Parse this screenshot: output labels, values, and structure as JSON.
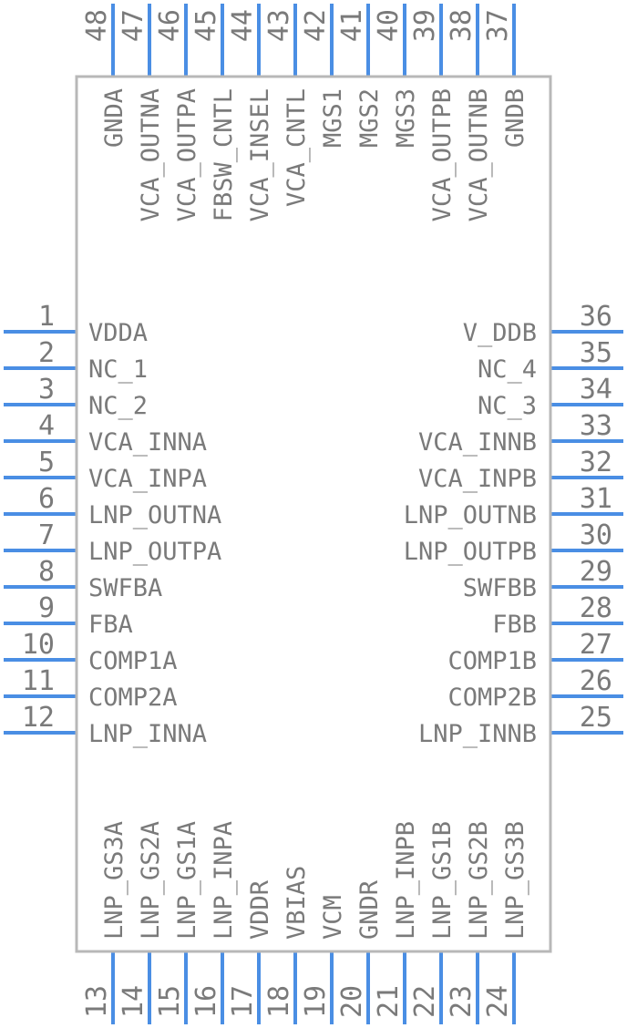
{
  "pins": {
    "left": [
      {
        "num": "1",
        "name": "VDDA"
      },
      {
        "num": "2",
        "name": "NC_1"
      },
      {
        "num": "3",
        "name": "NC_2"
      },
      {
        "num": "4",
        "name": "VCA_INNA"
      },
      {
        "num": "5",
        "name": "VCA_INPA"
      },
      {
        "num": "6",
        "name": "LNP_OUTNA"
      },
      {
        "num": "7",
        "name": "LNP_OUTPA"
      },
      {
        "num": "8",
        "name": "SWFBA"
      },
      {
        "num": "9",
        "name": "FBA"
      },
      {
        "num": "10",
        "name": "COMP1A"
      },
      {
        "num": "11",
        "name": "COMP2A"
      },
      {
        "num": "12",
        "name": "LNP_INNA"
      }
    ],
    "bottom": [
      {
        "num": "13",
        "name": "LNP_GS3A"
      },
      {
        "num": "14",
        "name": "LNP_GS2A"
      },
      {
        "num": "15",
        "name": "LNP_GS1A"
      },
      {
        "num": "16",
        "name": "LNP_INPA"
      },
      {
        "num": "17",
        "name": "VDDR"
      },
      {
        "num": "18",
        "name": "VBIAS"
      },
      {
        "num": "19",
        "name": "VCM"
      },
      {
        "num": "20",
        "name": "GNDR"
      },
      {
        "num": "21",
        "name": "LNP_INPB"
      },
      {
        "num": "22",
        "name": "LNP_GS1B"
      },
      {
        "num": "23",
        "name": "LNP_GS2B"
      },
      {
        "num": "24",
        "name": "LNP_GS3B"
      }
    ],
    "right": [
      {
        "num": "25",
        "name": "LNP_INNB"
      },
      {
        "num": "26",
        "name": "COMP2B"
      },
      {
        "num": "27",
        "name": "COMP1B"
      },
      {
        "num": "28",
        "name": "FBB"
      },
      {
        "num": "29",
        "name": "SWFBB"
      },
      {
        "num": "30",
        "name": "LNP_OUTPB"
      },
      {
        "num": "31",
        "name": "LNP_OUTNB"
      },
      {
        "num": "32",
        "name": "VCA_INPB"
      },
      {
        "num": "33",
        "name": "VCA_INNB"
      },
      {
        "num": "34",
        "name": "NC_3"
      },
      {
        "num": "35",
        "name": "NC_4"
      },
      {
        "num": "36",
        "name": "V_DDB"
      }
    ],
    "top": [
      {
        "num": "37",
        "name": "GNDB"
      },
      {
        "num": "38",
        "name": "VCA_OUTNB"
      },
      {
        "num": "39",
        "name": "VCA_OUTPB"
      },
      {
        "num": "40",
        "name": "MGS3"
      },
      {
        "num": "41",
        "name": "MGS2"
      },
      {
        "num": "42",
        "name": "MGS1"
      },
      {
        "num": "43",
        "name": "VCA_CNTL"
      },
      {
        "num": "44",
        "name": "VCA_INSEL"
      },
      {
        "num": "45",
        "name": "FBSW_CNTL"
      },
      {
        "num": "46",
        "name": "VCA_OUTPA"
      },
      {
        "num": "47",
        "name": "VCA_OUTNA"
      },
      {
        "num": "48",
        "name": "GNDA"
      }
    ]
  },
  "colors": {
    "pin": "#4a8ee4",
    "text": "#7a7a7a",
    "outline": "#b8b8b8"
  }
}
